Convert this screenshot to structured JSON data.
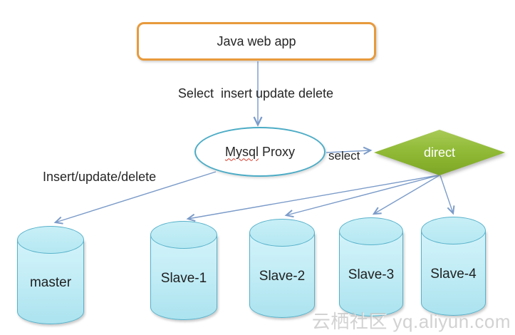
{
  "nodes": {
    "app": {
      "label": "Java web app"
    },
    "proxy": {
      "word1": "Mysql",
      "word2": "Proxy"
    },
    "direct": {
      "label": "direct"
    },
    "databases": [
      {
        "label": "master"
      },
      {
        "label": "Slave-1"
      },
      {
        "label": "Slave-2"
      },
      {
        "label": "Slave-3"
      },
      {
        "label": "Slave-4"
      }
    ]
  },
  "labels": {
    "app_to_proxy": "Select  insert update delete",
    "proxy_to_master": "Insert/update/delete",
    "proxy_to_direct": "select"
  },
  "watermark": {
    "text": "云栖社区 yq.aliyun.com"
  },
  "colors": {
    "app_box_border": "#e79a3c",
    "proxy_ellipse_border": "#4bacc6",
    "diamond_green": "#8cb832",
    "diamond_text": "#ffffff",
    "cylinder_fill": "#bfeaf4",
    "cylinder_border": "#58b1ca",
    "arrow": "#7b9bc9",
    "spellcheck_underline": "#d93a2b",
    "text": "#262626",
    "watermark_gray": "#c7c7c7"
  }
}
